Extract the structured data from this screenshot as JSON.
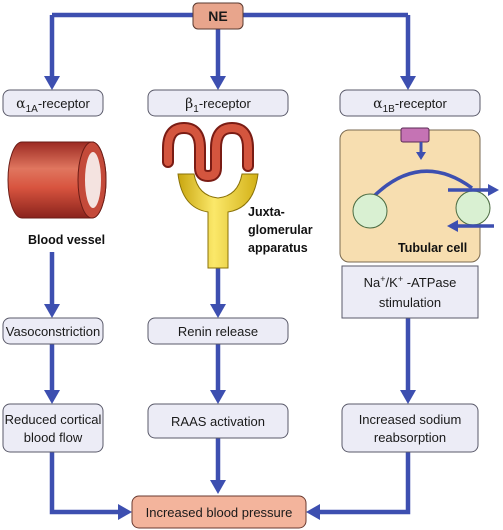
{
  "top_node": "NE",
  "receptors": {
    "alpha1a": {
      "symbol": "α",
      "sub": "1A",
      "suffix": "-receptor"
    },
    "beta1": {
      "symbol": "β",
      "sub": "1",
      "suffix": "-receptor"
    },
    "alpha1b": {
      "symbol": "α",
      "sub": "1B",
      "suffix": "-receptor"
    }
  },
  "illustration_labels": {
    "vessel": "Blood vessel",
    "jga_line1": "Juxta-",
    "jga_line2": "glomerular",
    "jga_line3": "apparatus",
    "tubular": "Tubular cell"
  },
  "atpase": {
    "na": "Na",
    "na_sup": "+",
    "slash": "/K",
    "k_sup": "+",
    "rest": " -ATPase",
    "line2": "stimulation"
  },
  "effects": {
    "vasoconstriction": "Vasoconstriction",
    "renin": "Renin release",
    "cortical_line1": "Reduced cortical",
    "cortical_line2": "blood flow",
    "raas": "RAAS activation",
    "sodium_line1": "Increased sodium",
    "sodium_line2": "reabsorption"
  },
  "outcome": "Increased blood pressure",
  "colors": {
    "arrow": "#3d4fb0",
    "box_fill": "#ececf6",
    "ne_fill": "#e8a58c",
    "outcome_fill": "#f3b49c",
    "vessel": "#c9483c",
    "jga_yellow": "#f2d21e",
    "cell_fill": "#f7deb0",
    "cell_circle": "#d9f0d2",
    "receptor_purple": "#c573b4"
  }
}
